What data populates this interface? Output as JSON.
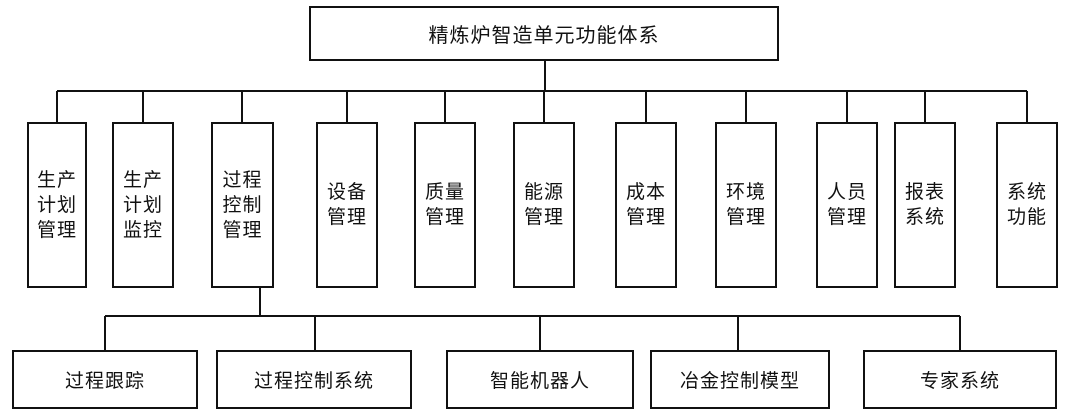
{
  "root": {
    "label": "精炼炉智造单元功能体系"
  },
  "modules": [
    {
      "label": "生产计划管理"
    },
    {
      "label": "生产计划监控"
    },
    {
      "label": "过程控制管理"
    },
    {
      "label": "设备管理"
    },
    {
      "label": "质量管理"
    },
    {
      "label": "能源管理"
    },
    {
      "label": "成本管理"
    },
    {
      "label": "环境管理"
    },
    {
      "label": "人员管理"
    },
    {
      "label": "报表系统"
    },
    {
      "label": "系统功能"
    }
  ],
  "process_control_subsystems": [
    {
      "label": "过程跟踪"
    },
    {
      "label": "过程控制系统"
    },
    {
      "label": "智能机器人"
    },
    {
      "label": "冶金控制模型"
    },
    {
      "label": "专家系统"
    }
  ]
}
